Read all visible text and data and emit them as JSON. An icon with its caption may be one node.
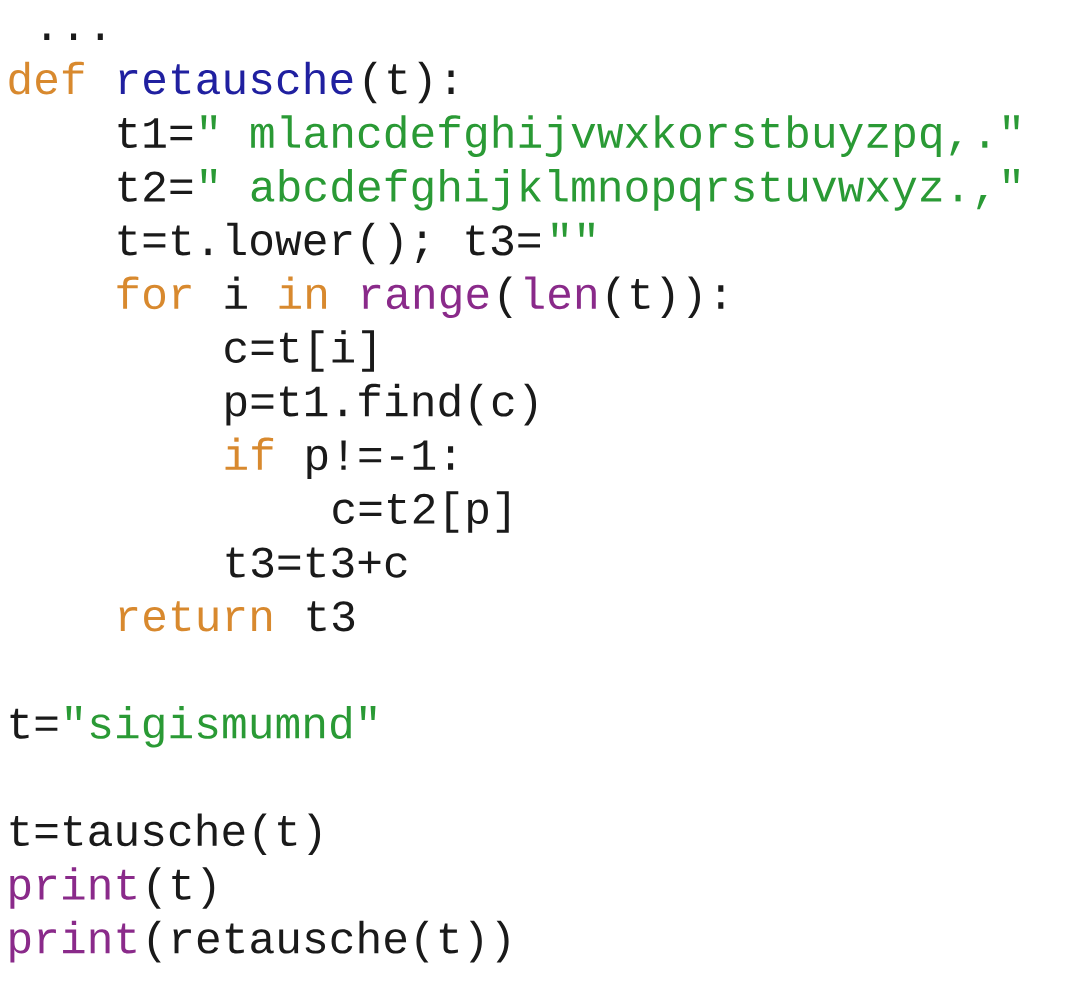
{
  "diagram": {
    "labels": [
      "...",
      "def",
      "retausche",
      "(t):",
      "t1=",
      "\" mlancdefghijvwxkorstbuyzpq,.\"",
      "t2=",
      "\" abcdefghijklmnopqrstuvwxyz.,\"",
      "t=t.lower(); t3=",
      "\"\"",
      "for",
      "i",
      "in",
      "range",
      "(",
      "len",
      "(t)):",
      "c=t[i]",
      "p=t1.find(c)",
      "if",
      "p!=-1:",
      "c=t2[p]",
      "t3=t3+c",
      "return",
      "t3",
      "t=",
      "\"sigismumnd\"",
      "t=tausche(t)",
      "print",
      "(t)",
      "print",
      "(retausche(t))"
    ]
  }
}
